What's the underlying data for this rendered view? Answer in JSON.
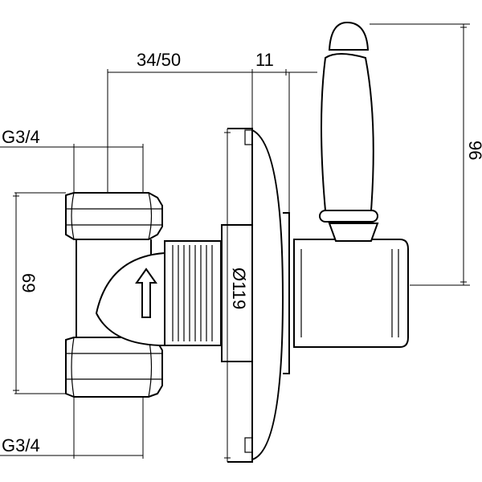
{
  "dimensions": {
    "thread_top": "G3/4",
    "thread_bottom": "G3/4",
    "depth_range": "34/50",
    "plate_offset": "11",
    "body_height": "69",
    "plate_diameter": "Ø119",
    "handle_height": "96"
  },
  "icons": {
    "flow_arrow": "flow-direction-arrow-icon"
  }
}
